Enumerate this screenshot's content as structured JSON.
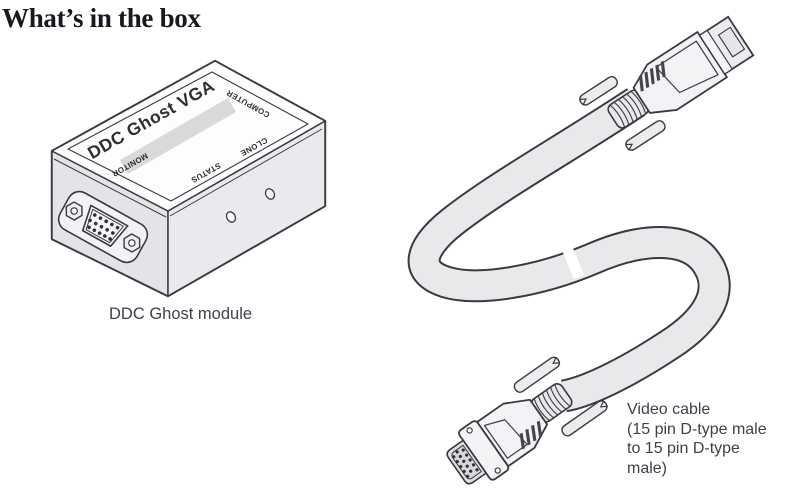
{
  "title": "What’s in the box",
  "module": {
    "caption": "DDC Ghost module",
    "top_label": "DDC Ghost VGA",
    "ports": {
      "monitor": "MONITOR",
      "computer": "COMPUTER",
      "status": "STATUS",
      "clone": "CLONE"
    }
  },
  "cable": {
    "caption_lines": [
      "Video cable",
      "(15 pin D-type male",
      "to 15 pin D-type",
      "male)"
    ]
  },
  "colors": {
    "background": "#ffffff",
    "line": "#3a3a41",
    "fill_light": "#e9e9ec",
    "fill_side": "#e4e4e8",
    "label_stripe": "#d9d9db",
    "caption_text": "#3d414b",
    "title_text": "#18181f"
  }
}
